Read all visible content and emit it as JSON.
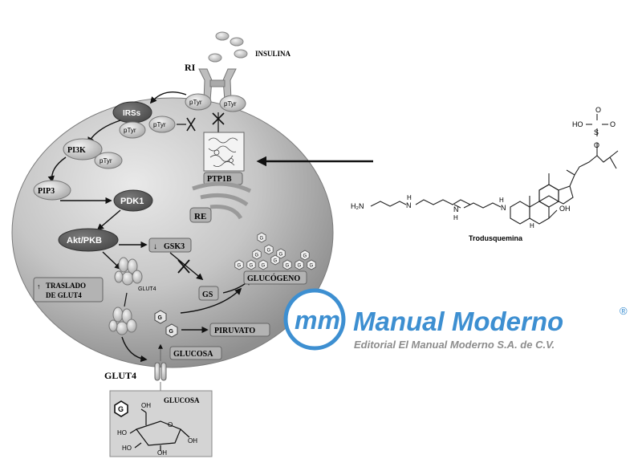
{
  "labels": {
    "insulina": "INSULINA",
    "ri": "RI",
    "irss": "IRSs",
    "ptyr": "pTyr",
    "pi3k": "PI3K",
    "pip3": "PIP3",
    "pdk1": "PDK1",
    "akt": "Akt/PKB",
    "gsk3": "GSK3",
    "ptp1b": "PTP1B",
    "re": "RE",
    "glut4_small": "GLUT4",
    "glut4": "GLUT4",
    "traslado_line1": "TRASLADO",
    "traslado_line2": "DE GLUT4",
    "gs": "GS",
    "glucogeno": "GLUCÓGENO",
    "g": "G",
    "piruvato": "PIRUVATO",
    "glucosa_inner": "GLUCOSA",
    "glucosa_box": "GLUCOSA",
    "oh": "OH",
    "ho": "HO",
    "o": "O"
  },
  "molecule": {
    "name": "Trodusquemina",
    "h2n": "H₂N",
    "h": "H",
    "n": "N",
    "oh": "OH",
    "o": "O",
    "s": "S",
    "ho": "HO"
  },
  "logo": {
    "mark": "mm",
    "title": "Manual Moderno",
    "registered": "®",
    "subtitle": "Editorial El Manual Moderno S.A. de C.V."
  },
  "colors": {
    "logo_blue": "#3d8fd1",
    "cell_gray": "#c9c9c9",
    "dark_node": "#5a5a5a",
    "box_gray": "#a9a9a9"
  }
}
